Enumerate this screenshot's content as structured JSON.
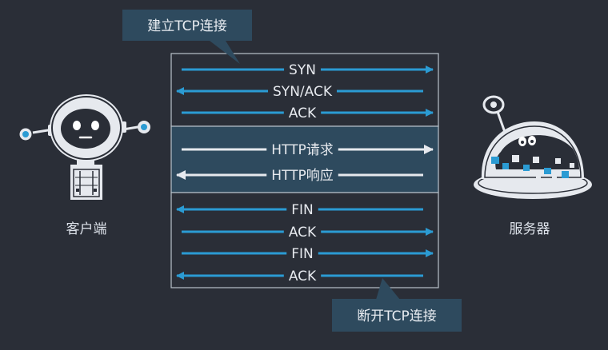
{
  "colors": {
    "background": "#2a2e37",
    "panel_dark": "#2a2e37",
    "panel_mid": "#2e4a5e",
    "panel_border": "#b9c3cc",
    "arrow_blue": "#2b9bd3",
    "arrow_white": "#e6e9ee",
    "callout_bg": "#2e4a5e"
  },
  "callouts": {
    "top": "建立TCP连接",
    "bottom": "断开TCP连接"
  },
  "client": {
    "label": "客户端",
    "icon": "robot-client-icon"
  },
  "server": {
    "label": "服务器",
    "icon": "robot-server-icon"
  },
  "handshake": [
    {
      "label": "SYN",
      "direction": "right"
    },
    {
      "label": "SYN/ACK",
      "direction": "left"
    },
    {
      "label": "ACK",
      "direction": "right"
    }
  ],
  "http": [
    {
      "label": "HTTP请求",
      "direction": "right"
    },
    {
      "label": "HTTP响应",
      "direction": "left"
    }
  ],
  "teardown": [
    {
      "label": "FIN",
      "direction": "left"
    },
    {
      "label": "ACK",
      "direction": "right"
    },
    {
      "label": "FIN",
      "direction": "right"
    },
    {
      "label": "ACK",
      "direction": "left"
    }
  ]
}
